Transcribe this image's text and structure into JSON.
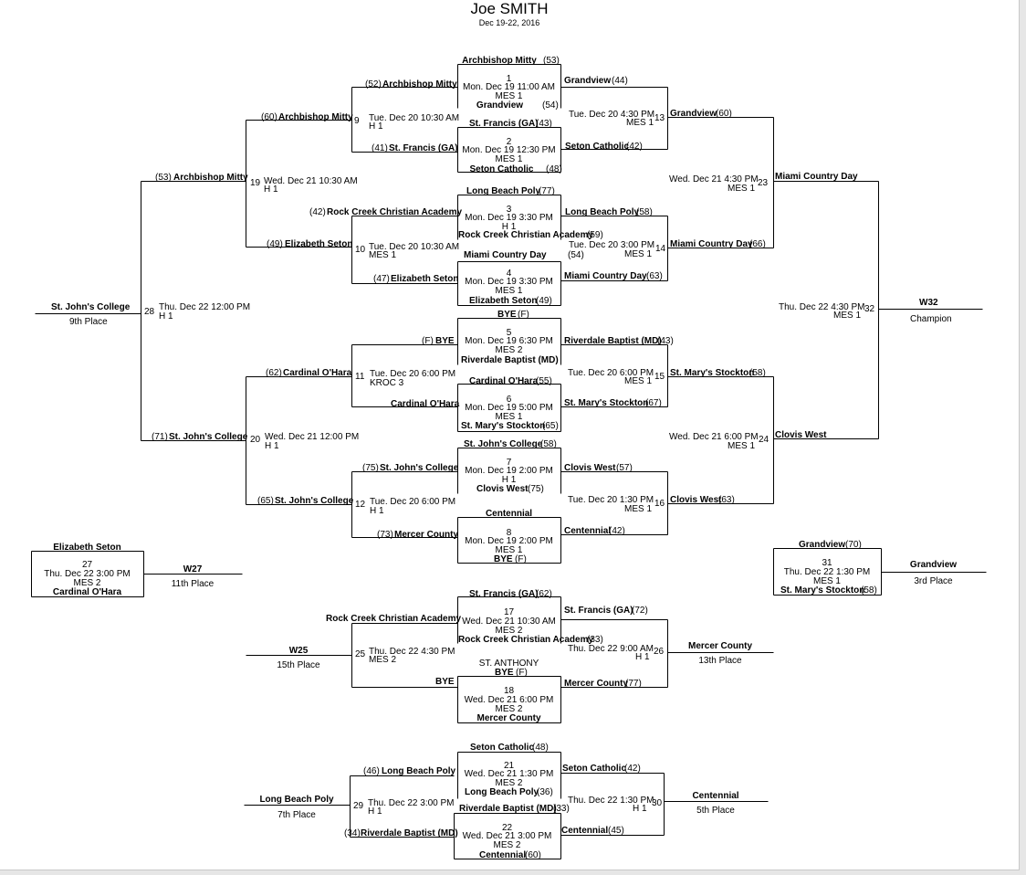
{
  "title": "Joe SMITH",
  "dates": "Dec 19-22, 2016",
  "labels": [
    "Archbishop Mitty",
    "(53)",
    "1",
    "Mon. Dec 19 11:00 AM",
    "MES 1",
    "Grandview",
    "(54)",
    "(52)",
    "Archbishop Mitty",
    "Grandview",
    "(44)",
    "(60)",
    "Archbishop Mitty",
    "9",
    "Tue. Dec 20 10:30 AM",
    "H 1",
    "Tue. Dec 20 4:30 PM",
    "13",
    "MES 1",
    "Grandview",
    "(60)",
    "St. Francis (GA)",
    "(43)",
    "2",
    "Mon. Dec 19 12:30 PM",
    "MES 1",
    "Seton Catholic",
    "(48)",
    "(41)",
    "St. Francis (GA)",
    "Seton Catholic",
    "(42)",
    "(53)",
    "Archbishop Mitty",
    "19",
    "Wed. Dec 21 10:30 AM",
    "H 1",
    "Wed. Dec 21 4:30 PM",
    "23",
    "MES 1",
    "Miami Country Day",
    "Long Beach Poly",
    "(77)",
    "3",
    "Mon. Dec 19 3:30 PM",
    "H 1",
    "Rock Creek Christian Academy",
    "(59)",
    "(42)",
    "Rock Creek Christian Academy",
    "Long Beach Poly",
    "(58)",
    "(49)",
    "Elizabeth Seton",
    "10",
    "Tue. Dec 20 10:30 AM",
    "MES 1",
    "Tue. Dec 20 3:00 PM",
    "14",
    "MES 1",
    "Miami Country Day",
    "(66)",
    "Miami Country Day",
    "(54)",
    "4",
    "Mon. Dec 19 3:30 PM",
    "MES 1",
    "Elizabeth Seton",
    "(49)",
    "(47)",
    "Elizabeth Seton",
    "Miami Country Day",
    "(63)",
    "St. John's College",
    "9th Place",
    "28",
    "Thu. Dec 22 12:00 PM",
    "H 1",
    "Thu. Dec 22 4:30 PM",
    "32",
    "MES 1",
    "W32",
    "Champion",
    "BYE",
    "(F)",
    "5",
    "Mon. Dec 19 6:30 PM",
    "MES 2",
    "Riverdale Baptist (MD)",
    "(F)",
    "BYE",
    "Riverdale Baptist (MD)",
    "(43)",
    "(62)",
    "Cardinal O'Hara",
    "11",
    "Tue. Dec 20 6:00 PM",
    "KROC 3",
    "Tue. Dec 20 6:00 PM",
    "15",
    "MES 1",
    "St. Mary's Stockton",
    "(58)",
    "Cardinal O'Hara",
    "(55)",
    "6",
    "Mon. Dec 19 5:00 PM",
    "MES 1",
    "St. Mary's Stockton",
    "(65)",
    "Cardinal O'Hara",
    "St. Mary's Stockton",
    "(67)",
    "(71)",
    "St. John's College",
    "20",
    "Wed. Dec 21 12:00 PM",
    "H 1",
    "Wed. Dec 21 6:00 PM",
    "24",
    "MES 1",
    "Clovis West",
    "St. John's College",
    "(58)",
    "7",
    "Mon. Dec 19 2:00 PM",
    "H 1",
    "Clovis West",
    "(75)",
    "(75)",
    "St. John's College",
    "Clovis West",
    "(57)",
    "(65)",
    "St. John's College",
    "12",
    "Tue. Dec 20 6:00 PM",
    "H 1",
    "Tue. Dec 20 1:30 PM",
    "16",
    "MES 1",
    "Clovis West",
    "(63)",
    "Centennial",
    "8",
    "Mon. Dec 19 2:00 PM",
    "MES 1",
    "BYE",
    "(F)",
    "(73)",
    "Mercer County",
    "Centennial",
    "(42)",
    "Elizabeth Seton",
    "27",
    "Thu. Dec 22 3:00 PM",
    "MES 2",
    "Cardinal O'Hara",
    "W27",
    "11th Place",
    "Grandview",
    "(70)",
    "31",
    "Thu. Dec 22 1:30 PM",
    "MES 1",
    "St. Mary's Stockton",
    "(58)",
    "Grandview",
    "3rd Place",
    "St. Francis (GA)",
    "(62)",
    "17",
    "Wed. Dec 21 10:30 AM",
    "MES 2",
    "Rock Creek Christian Academy",
    "(33)",
    "Rock Creek Christian Academy",
    "St. Francis (GA)",
    "(72)",
    "W25",
    "15th Place",
    "25",
    "Thu. Dec 22 4:30 PM",
    "MES 2",
    "Thu. Dec 22 9:00 AM",
    "26",
    "H 1",
    "Mercer County",
    "13th Place",
    "ST. ANTHONY",
    "BYE",
    "(F)",
    "18",
    "Wed. Dec 21 6:00 PM",
    "MES 2",
    "Mercer County",
    "BYE",
    "Mercer County",
    "(77)",
    "Seton Catholic",
    "(48)",
    "21",
    "Wed. Dec 21 1:30 PM",
    "MES 2",
    "Long Beach Poly",
    "(36)",
    "(46)",
    "Long Beach Poly",
    "Seton Catholic",
    "(42)",
    "Long Beach Poly",
    "7th Place",
    "29",
    "Thu. Dec 22 3:00 PM",
    "H 1",
    "Thu. Dec 22 1:30 PM",
    "30",
    "H 1",
    "Centennial",
    "5th Place",
    "Riverdale Baptist (MD)",
    "(33)",
    "22",
    "Wed. Dec 21 3:00 PM",
    "MES 2",
    "Centennial",
    "(60)",
    "(34)",
    "Riverdale Baptist (MD)",
    "Centennial",
    "(45)"
  ]
}
